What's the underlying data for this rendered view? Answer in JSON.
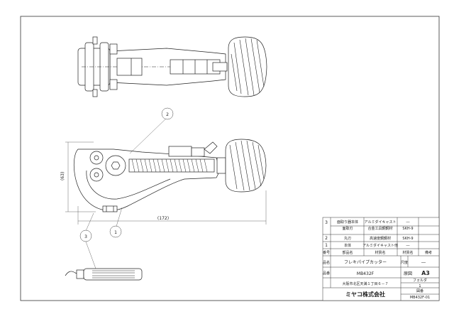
{
  "dimensions": {
    "height": "(63)",
    "length": "(172)"
  },
  "callouts": [
    "1",
    "2",
    "3"
  ],
  "parts_table": {
    "rows": [
      {
        "no": "3",
        "name": "面取り器本体\n面取刃",
        "material_a": "アルミダイキャスト\n合金工具鋼鋼材",
        "material_b": "―\nSKH-9"
      },
      {
        "no": "2",
        "name": "丸刃",
        "material_a": "高速度鋼鋼材",
        "material_b": "SKH-9"
      },
      {
        "no": "1",
        "name": "本体",
        "material_a": "アルミダイキャスト他",
        "material_b": "―"
      }
    ],
    "header": {
      "no": "番号",
      "name": "部品名",
      "material": "材質名",
      "material_code": "材質名",
      "remarks": "備考"
    }
  },
  "title_block": {
    "product_name_label": "品名",
    "product_name": "フレキパイプカッター",
    "scale_label": "尺度",
    "scale_value": "―",
    "model_label": "品番",
    "model": "MB432F",
    "paper_label": "原図",
    "paper_size": "A3",
    "folder_label": "フォルダ",
    "folder_value": "1",
    "address": "大阪市北区天満１丁目６－７",
    "drawing_no_label": "図番",
    "drawing_no": "MB432F-01",
    "company": "ミヤコ株式会社"
  }
}
